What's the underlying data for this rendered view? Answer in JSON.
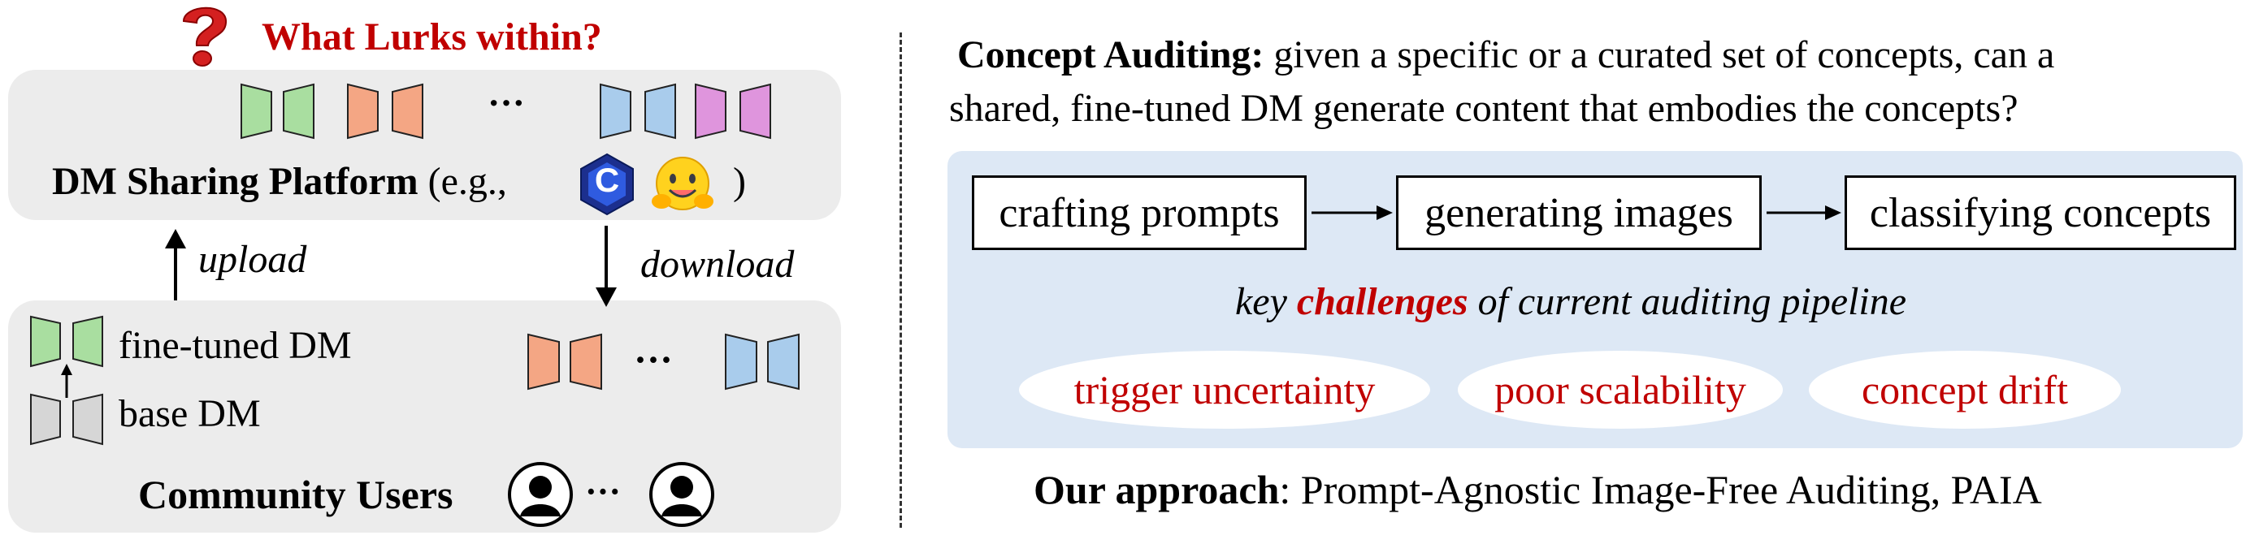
{
  "left": {
    "title": "What Lurks within?",
    "platform": {
      "name": "DM Sharing Platform",
      "eg": "(e.g.,",
      "close_paren": ")",
      "logo_civitai": "C",
      "logo_huggingface": "🤗",
      "model_ellipsis": "···"
    },
    "upload_label": "upload",
    "download_label": "download",
    "legend": {
      "finetuned": "fine-tuned DM",
      "base": "base DM"
    },
    "downloaded_ellipsis": "···",
    "community": {
      "label": "Community Users",
      "ellipsis": "···"
    },
    "icons": {
      "question": "red-question-mark-icon",
      "user": "user-avatar-icon",
      "model": "diffusion-model-icon"
    },
    "colors": {
      "green": "#a9dea0",
      "orange": "#f4a684",
      "blue": "#a9ccec",
      "pink": "#df95dd",
      "gray": "#d6d6d6",
      "red": "#c00000"
    }
  },
  "right": {
    "heading_bold": "Concept Auditing:",
    "heading_line1": " given a specific or a curated set of concepts, can a",
    "heading_line2": "shared, fine-tuned DM generate content that embodies the concepts?",
    "pipeline": [
      "crafting prompts",
      "generating images",
      "classifying concepts"
    ],
    "challenges_pre": "key ",
    "challenges_word": "challenges",
    "challenges_post": " of current auditing pipeline",
    "challenges": [
      "trigger uncertainty",
      "poor scalability",
      "concept drift"
    ],
    "approach_bold": "Our approach",
    "approach_text": ": Prompt-Agnostic Image-Free Auditing, PAIA"
  }
}
